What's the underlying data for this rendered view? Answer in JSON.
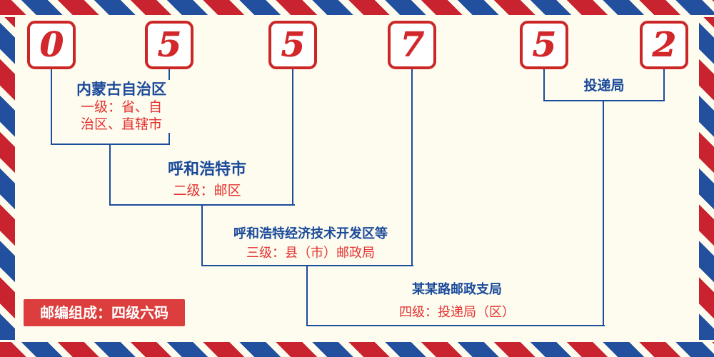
{
  "postal_code": {
    "digits": [
      "0",
      "5",
      "5",
      "7",
      "5",
      "2"
    ]
  },
  "levels": [
    {
      "title": "内蒙古自治区",
      "desc_lines": [
        "一级：省、自",
        "治区、直辖市"
      ]
    },
    {
      "title": "呼和浩特市",
      "desc_lines": [
        "二级：邮区"
      ]
    },
    {
      "title": "呼和浩特经济技术开发区等",
      "desc_lines": [
        "三级：县（市）邮政局"
      ]
    },
    {
      "title": "某某路邮政支局",
      "desc_lines": [
        "四级：投递局（区）"
      ]
    }
  ],
  "delivery_office_label": "投递局",
  "footer_badge": "邮编组成：四级六码",
  "colors": {
    "digit_red": "#d2272b",
    "label_blue": "#1b4a9a",
    "label_red": "#e5302e",
    "badge_bg": "#dc3d3d",
    "badge_text": "#ffffff",
    "stripe_red": "#c8232e",
    "stripe_blue": "#23509e",
    "line_blue": "#1c4c9c",
    "background": "#fdfcef"
  }
}
